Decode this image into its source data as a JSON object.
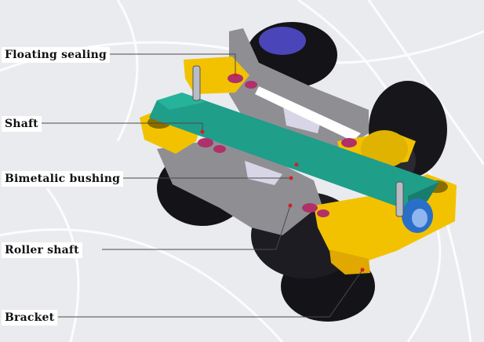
{
  "labels": {
    "floating_sealing": "Floating sealing",
    "shaft": "Shaft",
    "bimetalic_bushing": "Bimetalic bushing",
    "roller_shaft": "Roller shaft",
    "bracket": "Bracket"
  },
  "colors": {
    "background": "#e9ebee",
    "bracket": "#f2c200",
    "shaft": "#1f9e8a",
    "roller_body": "#8f8f93",
    "tire": "#141418",
    "seal": "#b0306a",
    "bore_blue": "#2a6fc7",
    "leader_line": "#4a4a4a"
  }
}
